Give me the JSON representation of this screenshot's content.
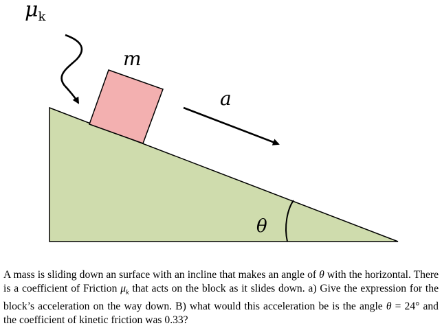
{
  "figure": {
    "labels": {
      "friction": "μ",
      "friction_subscript": "k",
      "mass": "m",
      "acceleration": "a",
      "angle": "θ"
    },
    "colors": {
      "incline_fill": "#cfdcad",
      "block_fill": "#f3b0b0",
      "stroke": "#000000"
    }
  },
  "problem": {
    "part1": "A mass is sliding down an surface with an incline that makes an angle of ",
    "theta": "θ",
    "part2": " with the horizontal. There is a coefficient of Friction ",
    "mu": "μ",
    "mu_sub": "k",
    "part3": " that acts on the block as it slides down. a) Give the expression for the block’s acceleration on the way down. B) what would this acceleration be is the angle ",
    "theta2": "θ",
    "part4": " = 24° and the coefficient of kinetic friction was 0.33?"
  }
}
